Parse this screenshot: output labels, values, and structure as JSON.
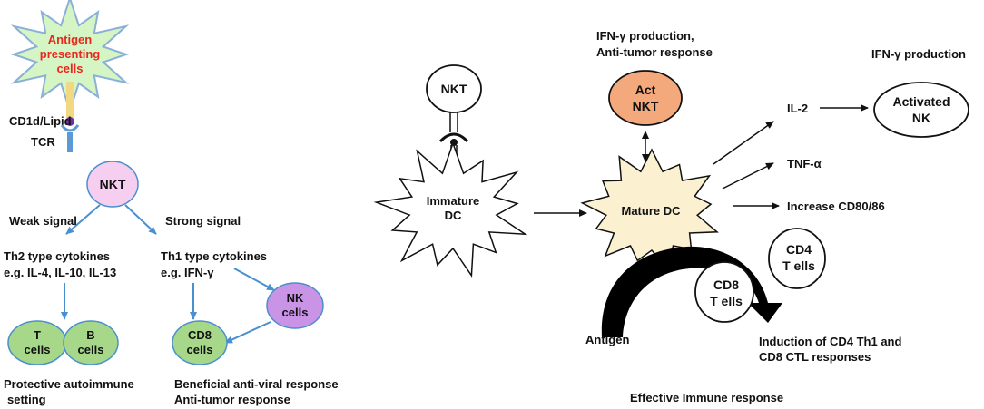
{
  "colors": {
    "apc_fill": "#d6f5c4",
    "apc_stroke": "#8ab0d8",
    "apc_text": "#e8281e",
    "nkt_fill": "#f6cff0",
    "nk_fill": "#c993e6",
    "green_cell": "#a7d88a",
    "act_nkt": "#f4a97c",
    "mature_dc": "#fbf0cf",
    "arrow_blue": "#4a8fd0",
    "tcr_blue": "#5b9bd5",
    "lipid": "#f2d880",
    "cd1d_dot": "#7030a0"
  },
  "left": {
    "apc": {
      "line1": "Antigen",
      "line2": "presenting",
      "line3": "cells"
    },
    "cd1d_label": "CD1d/Lipid",
    "tcr_label": "TCR",
    "nkt_label": "NKT",
    "weak_signal": "Weak signal",
    "strong_signal": "Strong signal",
    "th2": {
      "line1": "Th2 type cytokines",
      "line2": "e.g. IL-4, IL-10, IL-13"
    },
    "th1": {
      "line1": "Th1 type cytokines",
      "line2": "e.g. IFN-γ"
    },
    "t_cells": {
      "line1": "T",
      "line2": "cells"
    },
    "b_cells": {
      "line1": "B",
      "line2": "cells"
    },
    "cd8_cells": {
      "line1": "CD8",
      "line2": "cells"
    },
    "nk_cells": {
      "line1": "NK",
      "line2": "cells"
    },
    "protective": {
      "line1": "Protective autoimmune",
      "line2": "setting"
    },
    "beneficial": {
      "line1": "Beneficial anti-viral response",
      "line2": "Anti-tumor response"
    }
  },
  "right": {
    "nkt_label": "NKT",
    "immature_dc": {
      "line1": "Immature",
      "line2": "DC"
    },
    "mature_dc": "Mature DC",
    "act_nkt": {
      "line1": "Act",
      "line2": "NKT"
    },
    "ifn_top": {
      "line1": "IFN-γ production,",
      "line2": "Anti-tumor response"
    },
    "ifn_right": "IFN-γ production",
    "il2": "IL-2",
    "tnf": "TNF-α",
    "cd80": "Increase CD80/86",
    "activated_nk": {
      "line1": "Activated",
      "line2": "NK"
    },
    "cd4": {
      "line1": "CD4",
      "line2": "T ells"
    },
    "cd8": {
      "line1": "CD8",
      "line2": "T ells"
    },
    "antigen": "Antigen",
    "induction": {
      "line1": "Induction of CD4 Th1 and",
      "line2": "CD8 CTL responses"
    },
    "effective": "Effective Immune response"
  }
}
